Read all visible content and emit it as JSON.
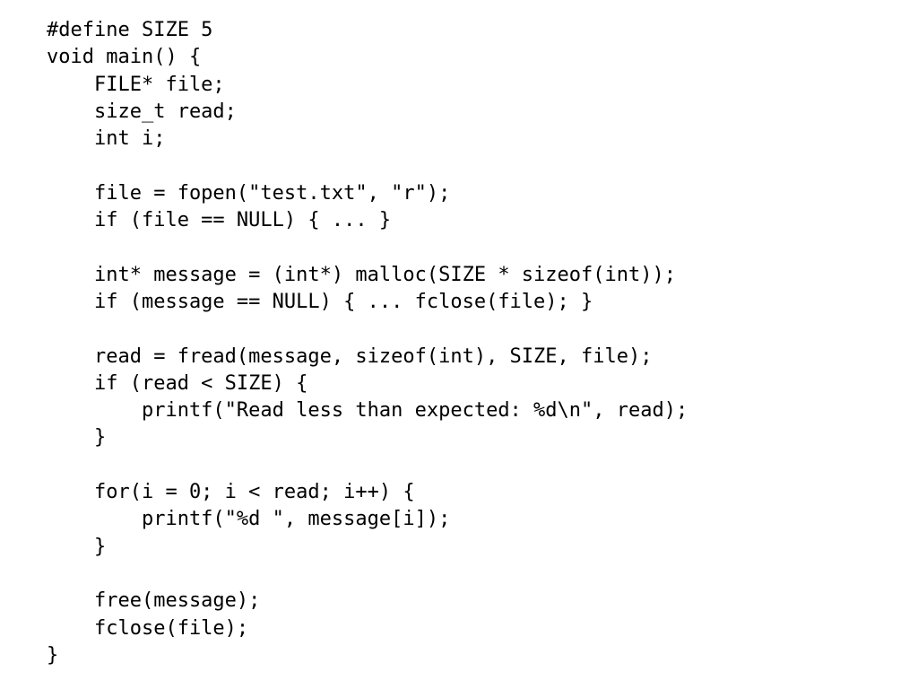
{
  "code": {
    "lines": [
      "#define SIZE 5",
      "void main() {",
      "    FILE* file;",
      "    size_t read;",
      "    int i;",
      "",
      "    file = fopen(\"test.txt\", \"r\");",
      "    if (file == NULL) { ... }",
      "",
      "    int* message = (int*) malloc(SIZE * sizeof(int));",
      "    if (message == NULL) { ... fclose(file); }",
      "",
      "    read = fread(message, sizeof(int), SIZE, file);",
      "    if (read < SIZE) {",
      "        printf(\"Read less than expected: %d\\n\", read);",
      "    }",
      "",
      "    for(i = 0; i < read; i++) {",
      "        printf(\"%d \", message[i]);",
      "    }",
      "",
      "    free(message);",
      "    fclose(file);",
      "}"
    ]
  }
}
